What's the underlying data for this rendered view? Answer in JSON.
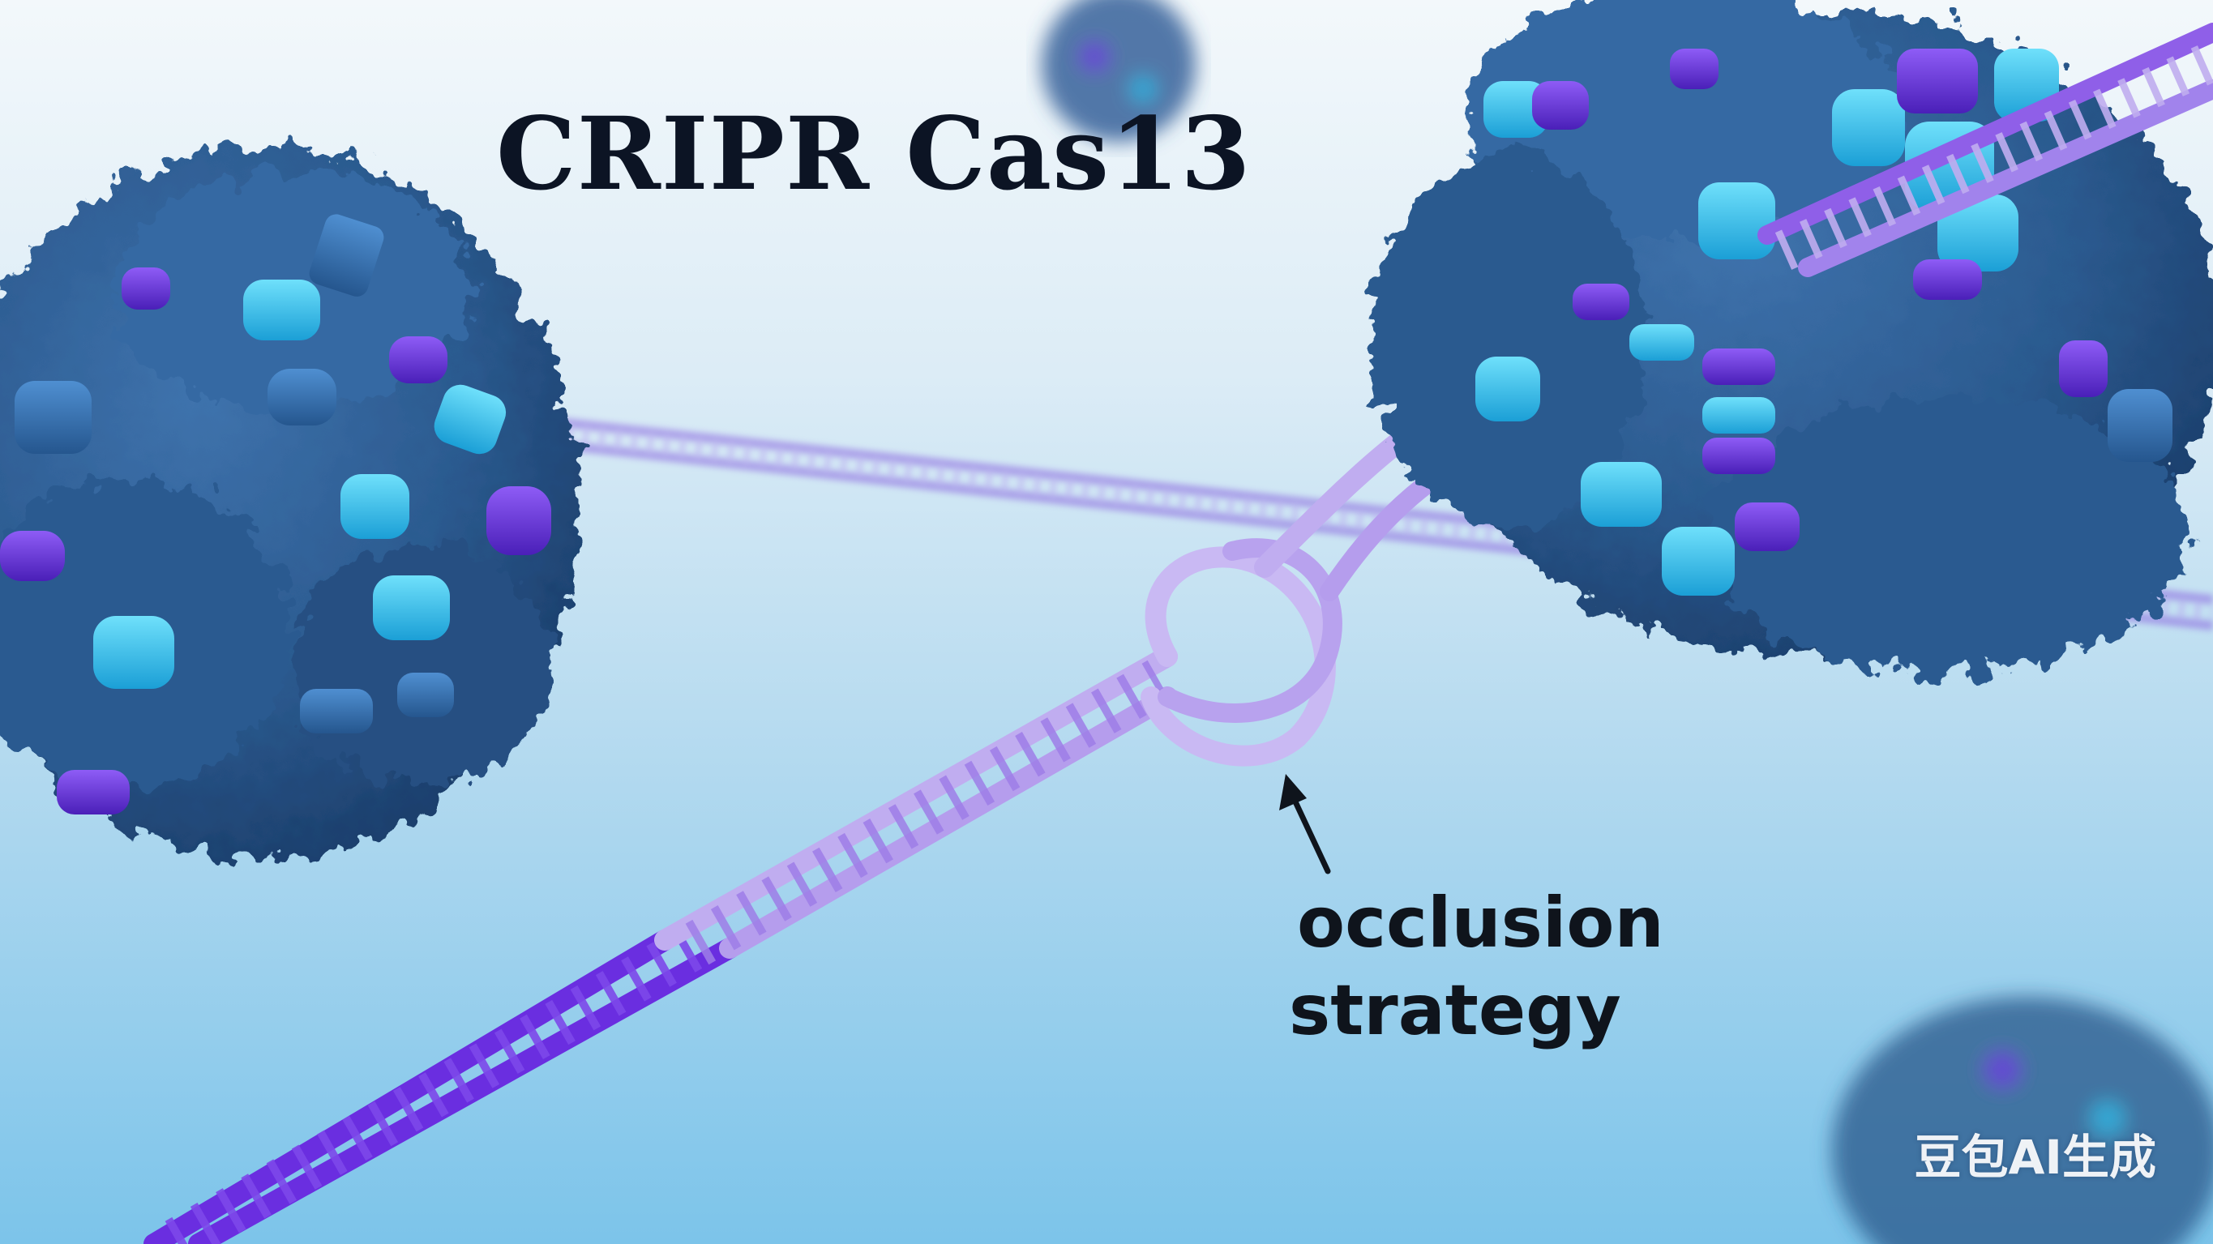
{
  "title": "CRIPR Cas13",
  "annotation": {
    "line1": "occlusion",
    "line2": "strategy"
  },
  "watermark": "豆包AI生成",
  "colors": {
    "protein": "#2f5f93",
    "protein_dark": "#1e4170",
    "rna_dark": "#6a2ee0",
    "rna_light": "#c2aef0",
    "accent_cyan": "#2fc0ea",
    "accent_purple": "#6b2ee6"
  },
  "icons": {
    "left_protein": "cas13-protein-left",
    "right_protein": "cas13-protein-right",
    "strand": "rna-ladder-strand",
    "arrow": "pointer-arrow"
  }
}
